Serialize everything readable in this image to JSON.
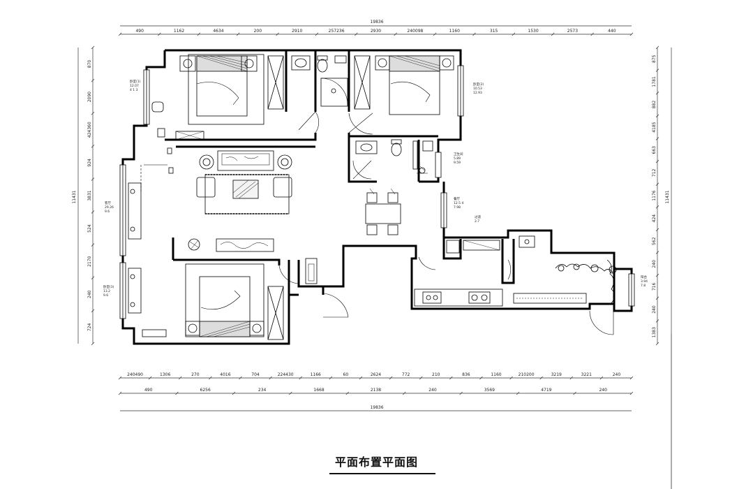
{
  "title": "平面布置平面图",
  "top_dims": {
    "row1": [
      "490",
      "1162",
      "4634",
      "200",
      "2910",
      "257236",
      "2930",
      "240098",
      "1160",
      "315",
      "1530",
      "2573",
      "440"
    ],
    "total": "19836"
  },
  "bottom_dims": {
    "row1": [
      "240490",
      "1306",
      "270",
      "4016",
      "704",
      "224430",
      "1166",
      "60",
      "2624",
      "772",
      "210",
      "836",
      "1160",
      "210200",
      "3219",
      "3221",
      "240"
    ],
    "row2": [
      "490",
      "6256",
      "234",
      "1668",
      "2138",
      "240",
      "3569",
      "4719",
      "240"
    ],
    "total": "19836"
  },
  "left_dims": {
    "segments": [
      "870",
      "2090",
      "424360",
      "924",
      "3831",
      "524",
      "2170",
      "240",
      "724"
    ],
    "total": "11431"
  },
  "right_dims": {
    "segments": [
      "875",
      "1781",
      "882",
      "4185",
      "663",
      "712",
      "1176",
      "424",
      "562",
      "240",
      "716",
      "240",
      "1383"
    ],
    "total": "11431"
  },
  "room_notes": [
    {
      "id": "bedroom-nw",
      "lines": [
        "卧室(1)",
        "12.07",
        "4 1 3"
      ]
    },
    {
      "id": "bedroom-ne",
      "lines": [
        "卧室(2)",
        "10.53",
        "12.93"
      ]
    },
    {
      "id": "bathroom",
      "lines": [
        "卫生间",
        "5.89",
        "9.59"
      ]
    },
    {
      "id": "dining",
      "lines": [
        "餐厅",
        "12.5 4",
        "7.98"
      ]
    },
    {
      "id": "living",
      "lines": [
        "客厅",
        "29.26",
        "9.6"
      ]
    },
    {
      "id": "corridor",
      "lines": [
        "过道",
        "2.7"
      ]
    },
    {
      "id": "bedroom-sw",
      "lines": [
        "卧室(3)",
        "13.2",
        "9.6"
      ]
    },
    {
      "id": "balcony",
      "lines": [
        "阳台",
        "3.94",
        "7.8"
      ]
    }
  ]
}
